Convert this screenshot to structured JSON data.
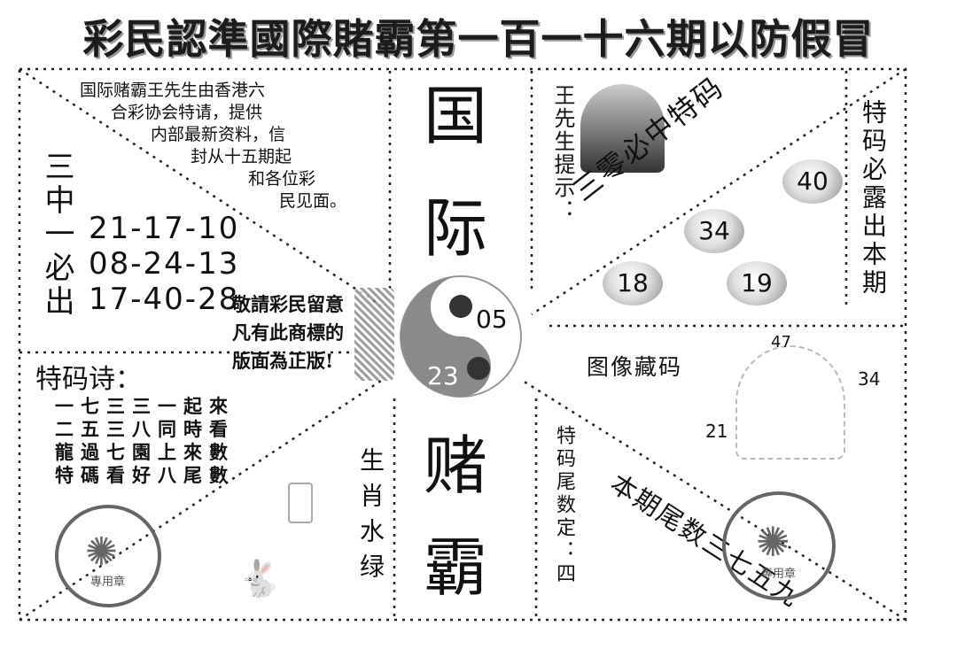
{
  "title": "彩民認準國際賭霸第一百一十六期以防假冒",
  "center": {
    "chars": [
      "国",
      "际",
      "赌",
      "霸"
    ],
    "yinyang_top": "05",
    "yinyang_bottom": "23"
  },
  "intro": {
    "lines": [
      "国际赌霸王先生由香港六",
      "合彩协会特请，提供",
      "内部最新资料，信",
      "封从十五期起",
      "和各位彩",
      "民见面。"
    ]
  },
  "three_in_one": {
    "label": "三中一必出",
    "rows": [
      "21-17-10",
      "08-24-13",
      "17-40-28"
    ]
  },
  "notice": {
    "lines": [
      "敬請彩民留意",
      "凡有此商標的",
      "版面為正版!"
    ]
  },
  "poem": {
    "title": "特码诗：",
    "lines": [
      "一七三三一起來",
      "二五三八同時看",
      "龍過七園上來數",
      "特碼看好八尾數"
    ]
  },
  "zodiac": {
    "text": "生肖水绿"
  },
  "tip": {
    "label": "王先生提示：",
    "diagonal": "三零必中特码",
    "side": "特码必露出本期",
    "balls": [
      "40",
      "34",
      "18",
      "19"
    ]
  },
  "image_code": {
    "label": "图像藏码",
    "numbers": [
      "47",
      "34",
      "21"
    ]
  },
  "tail": {
    "label": "特码尾数定：四",
    "diagonal": "本期尾数三七五九"
  },
  "stamp_text": "專用章"
}
